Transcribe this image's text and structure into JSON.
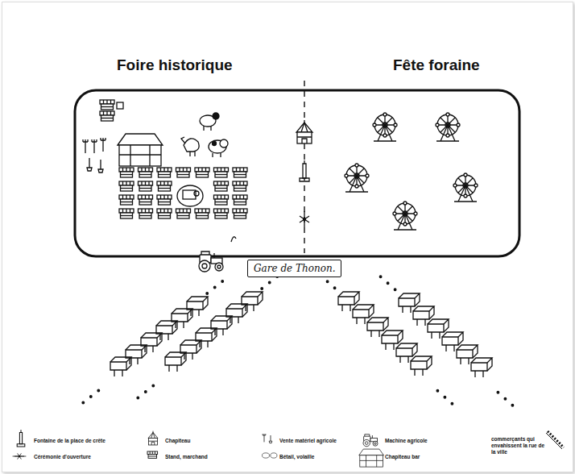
{
  "diagram": {
    "nodes": [
      {
        "text": [
          "Foire historique",
          "Fête foraine"
        ]
      },
      {
        "text": [
          "Gare de Thonon."
        ]
      }
    ],
    "edges": [],
    "legend": [
      {
        "text": "Fontaine de la place de crête"
      },
      {
        "text": "Cérémonie d'ouverture"
      },
      {
        "text": "Chapiteau"
      },
      {
        "text": "Stand, marchand"
      },
      {
        "text": "Vente matériel agricole"
      },
      {
        "text": "Bétail, volaille"
      },
      {
        "text": "Machine agricole"
      },
      {
        "text": "Chapiteau bar"
      },
      {
        "text": "commerçants qui envahissent la rue de la ville"
      }
    ]
  }
}
